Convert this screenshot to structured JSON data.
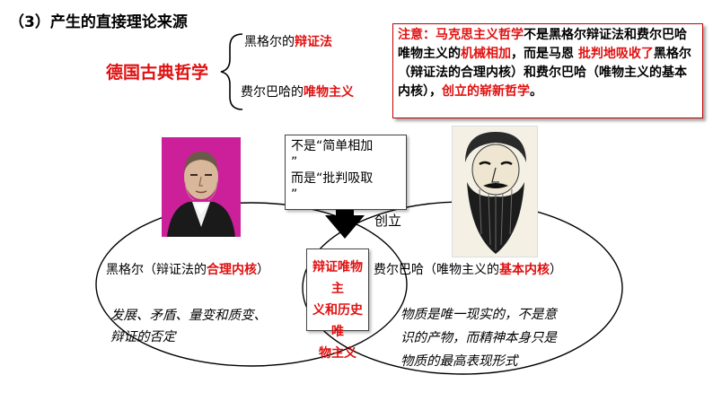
{
  "section_title": "（3）产生的直接理论来源",
  "root_label": "德国古典哲学",
  "branch_hegel": {
    "prefix": "黑格尔的",
    "highlight": "辩证法"
  },
  "branch_feuerbach": {
    "prefix": "费尔巴哈的",
    "highlight": "唯物主义"
  },
  "note": {
    "lead": "注意：马克思主义哲学",
    "p1": "不是黑格尔辩证法和费尔巴哈唯物主义的",
    "h1": "机械相加",
    "p2": "，而是马恩 ",
    "h2": "批判地吸收了",
    "p3": "黑格尔（辩证法的合理内核）和费尔巴哈（唯物主义的基本内核），",
    "h3": "创立的崭新哲学",
    "p4": "。"
  },
  "quote": {
    "line1": "不是“简单相加",
    "line2": "”",
    "line3": "而是“批判吸取",
    "line4": "”"
  },
  "create_label": "创立",
  "center_box": {
    "l1": "辩证唯物主",
    "l2": "义和历史唯",
    "l3": "物主义"
  },
  "hegel_label": {
    "prefix": "黑格尔（辩证法的",
    "highlight": "合理内核",
    "suffix": "）"
  },
  "feuerbach_label": {
    "prefix": "费尔巴哈（唯物主义的",
    "highlight": "基本内核",
    "suffix": "）"
  },
  "hegel_desc": {
    "l1": "发展、矛盾、量变和质变、",
    "l2": "辩证的否定"
  },
  "feuerbach_desc": {
    "l1": "物质是唯一现实的，不是意",
    "l2": "识的产物，而精神本身只是",
    "l3": "物质的最高表现形式"
  },
  "colors": {
    "accent": "#e01010",
    "portrait_bg": "#cc1f9a"
  }
}
